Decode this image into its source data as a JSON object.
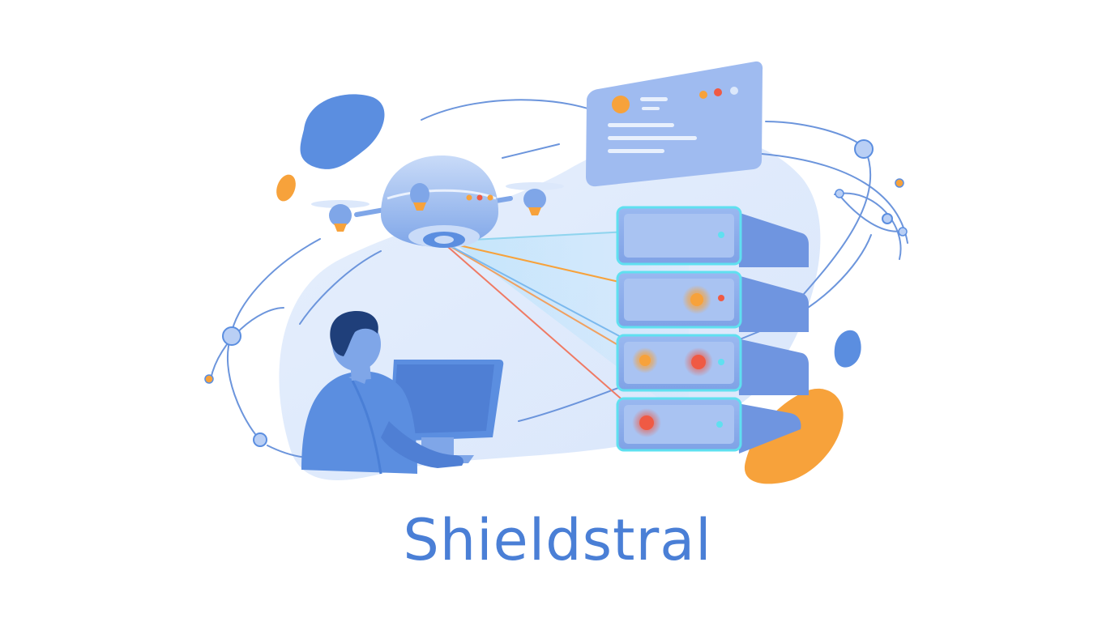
{
  "brand": {
    "name": "Shieldstral",
    "color": "#4a7fd6"
  },
  "palette": {
    "primary": "#5b8ee0",
    "light": "#dce8fb",
    "accent_orange": "#f7a23b",
    "accent_red": "#ef5a44",
    "cyan_outline": "#5fe0f0"
  },
  "illustration": {
    "subjects": [
      "drone-icon",
      "person-at-computer",
      "server-rack-icon",
      "dashboard-window-icon",
      "network-orbit-lines"
    ]
  }
}
